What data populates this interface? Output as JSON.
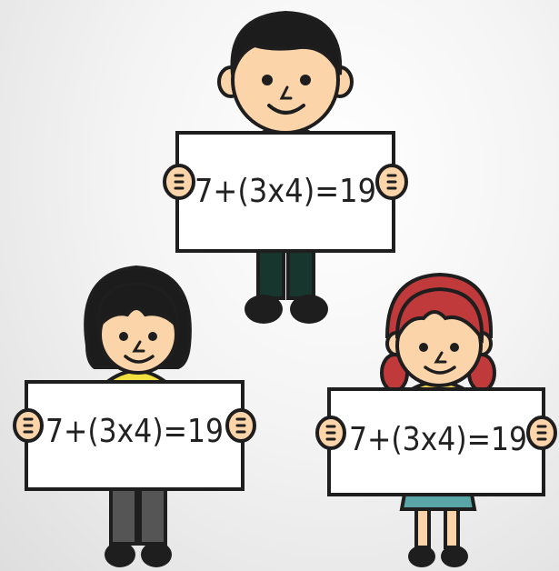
{
  "signs": {
    "boy": {
      "equation": "7+(3x4)=19"
    },
    "girl_left": {
      "equation": "7+(3x4)=19"
    },
    "girl_right": {
      "equation": "7+(3x4)=19"
    }
  },
  "colors": {
    "skin": "#fbd4aa",
    "outline": "#1e1e1e",
    "hair_dark": "#1c1c1c",
    "hair_red": "#c0393b",
    "boy_shirt": "#2b5fa8",
    "boy_pants": "#17362d",
    "girl_left_shirt": "#f2e040",
    "girl_left_pants": "#555555",
    "girl_right_shirt": "#f2d84a",
    "girl_right_skirt": "#5aa6a6",
    "sign_fill": "#ffffff"
  }
}
